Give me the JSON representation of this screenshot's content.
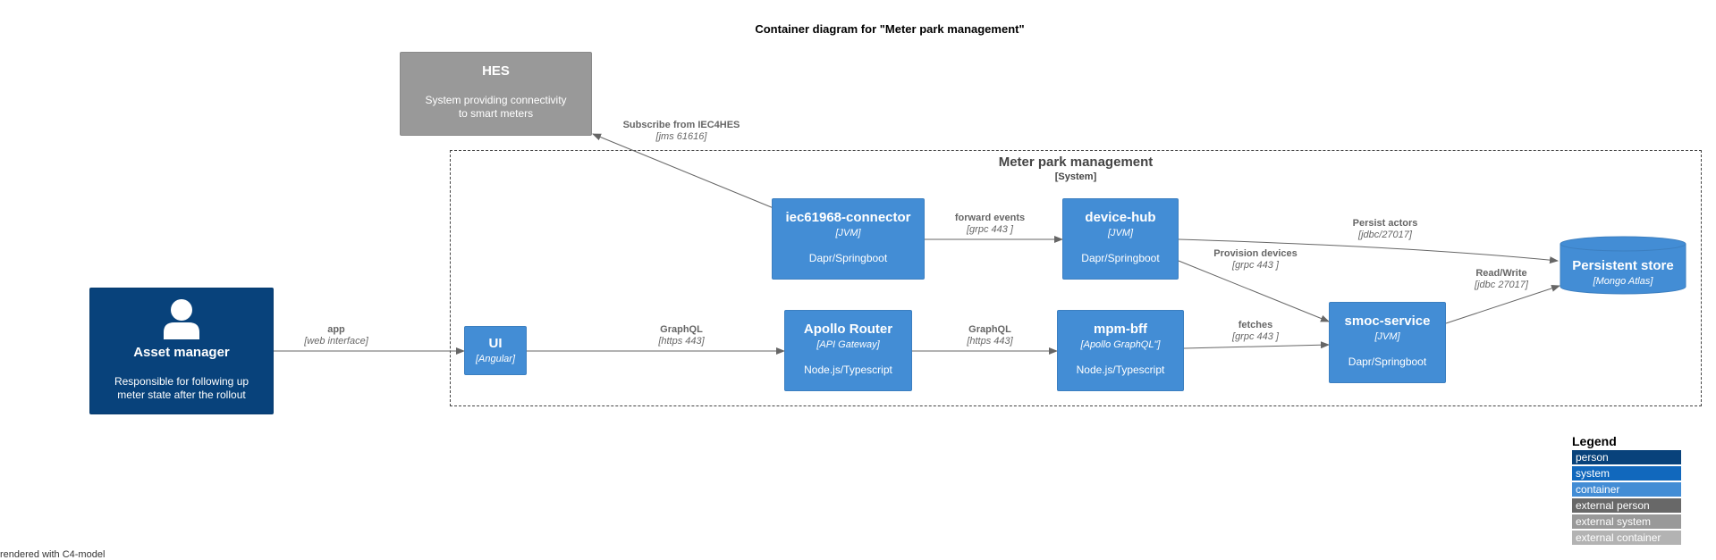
{
  "title": "Container diagram for \"Meter park management\"",
  "boundary": {
    "name": "Meter park management",
    "type": "[System]"
  },
  "colors": {
    "person": "#08427b",
    "system": "#1168bd",
    "container": "#438dd5",
    "external_person": "#686868",
    "external_system": "#999999",
    "external_container": "#b3b3b3",
    "edge": "#666666"
  },
  "nodes": {
    "hes": {
      "name": "HES",
      "desc_line1": "System providing connectivity",
      "desc_line2": "to smart meters"
    },
    "asset_manager": {
      "icon": "person-icon",
      "name": "Asset manager",
      "desc_line1": "Responsible for following up",
      "desc_line2": "meter state after the rollout"
    },
    "ui": {
      "name": "UI",
      "tech": "[Angular]"
    },
    "iec": {
      "name": "iec61968-connector",
      "tech": "[JVM]",
      "desc": "Dapr/Springboot"
    },
    "device_hub": {
      "name": "device-hub",
      "tech": "[JVM]",
      "desc": "Dapr/Springboot"
    },
    "apollo": {
      "name": "Apollo Router",
      "tech": "[API Gateway]",
      "desc": "Node.js/Typescript"
    },
    "mpm_bff": {
      "name": "mpm-bff",
      "tech": "[Apollo GraphQL\"]",
      "desc": "Node.js/Typescript"
    },
    "smoc": {
      "name": "smoc-service",
      "tech": "[JVM]",
      "desc": "Dapr/Springboot"
    },
    "store": {
      "name": "Persistent store",
      "tech": "[Mongo Atlas]"
    }
  },
  "relations": {
    "subscribe": {
      "label": "Subscribe from IEC4HES",
      "tech": "[jms 61616]"
    },
    "forward": {
      "label": "forward events",
      "tech": "[grpc 443 ]"
    },
    "persist": {
      "label": "Persist actors",
      "tech": "[jdbc/27017]"
    },
    "provision": {
      "label": "Provision devices",
      "tech": "[grpc 443 ]"
    },
    "readwrite": {
      "label": "Read/Write",
      "tech": "[jdbc 27017]"
    },
    "app": {
      "label": "app",
      "tech": "[web interface]"
    },
    "graphql1": {
      "label": "GraphQL",
      "tech": "[https 443]"
    },
    "graphql2": {
      "label": "GraphQL",
      "tech": "[https 443]"
    },
    "fetches": {
      "label": "fetches",
      "tech": "[grpc 443 ]"
    }
  },
  "legend": {
    "title": "Legend",
    "items": [
      "person",
      "system",
      "container",
      "external person",
      "external system",
      "external container"
    ]
  },
  "footer": "rendered with C4-model"
}
